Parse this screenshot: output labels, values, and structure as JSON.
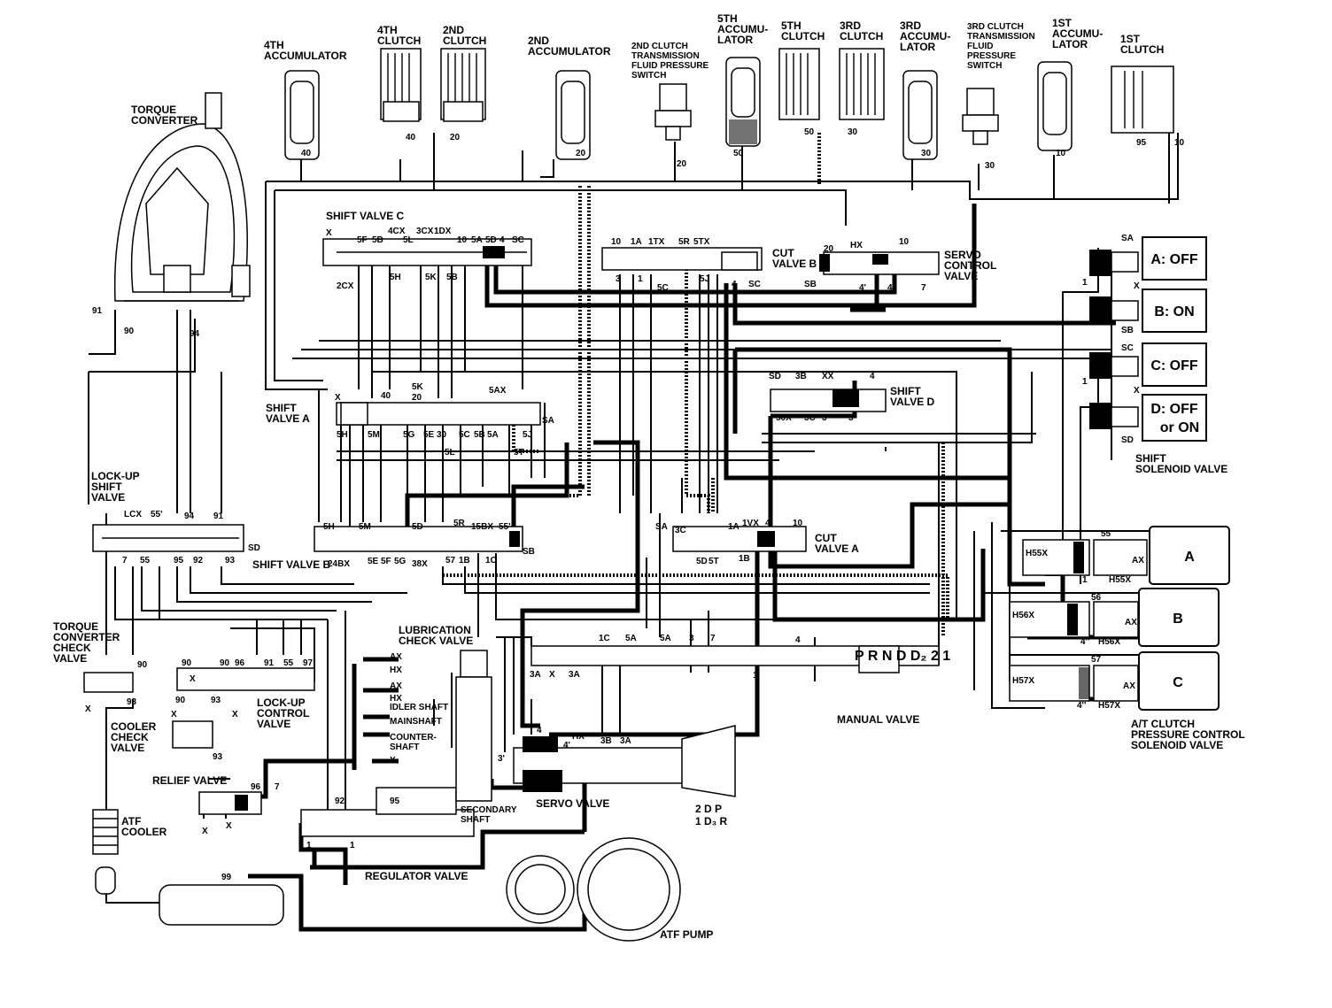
{
  "components": {
    "torque_converter": [
      "TORQUE",
      "CONVERTER"
    ],
    "accumulator_4th": [
      "4TH",
      "ACCUMULATOR"
    ],
    "clutch_4th": [
      "4TH",
      "CLUTCH"
    ],
    "clutch_2nd": [
      "2ND",
      "CLUTCH"
    ],
    "accumulator_2nd": [
      "2ND",
      "ACCUMULATOR"
    ],
    "switch_2nd": [
      "2ND CLUTCH",
      "TRANSMISSION",
      "FLUID PRESSURE",
      "SWITCH"
    ],
    "accumulator_5th": [
      "5TH",
      "ACCUMU-",
      "LATOR"
    ],
    "clutch_5th": [
      "5TH",
      "CLUTCH"
    ],
    "clutch_3rd": [
      "3RD",
      "CLUTCH"
    ],
    "accumulator_3rd": [
      "3RD",
      "ACCUMU-",
      "LATOR"
    ],
    "switch_3rd": [
      "3RD CLUTCH",
      "TRANSMISSION",
      "FLUID",
      "PRESSURE",
      "SWITCH"
    ],
    "accumulator_1st": [
      "1ST",
      "ACCUMU-",
      "LATOR"
    ],
    "clutch_1st": [
      "1ST",
      "CLUTCH"
    ],
    "shift_valve_c": "SHIFT VALVE C",
    "cut_valve_b": [
      "CUT",
      "VALVE B"
    ],
    "servo_control_valve": [
      "SERVO",
      "CONTROL",
      "VALVE"
    ],
    "shift_valve_a": [
      "SHIFT",
      "VALVE A"
    ],
    "shift_valve_d": [
      "SHIFT",
      "VALVE D"
    ],
    "shift_valve_b": "SHIFT VALVE B",
    "cut_valve_a": [
      "CUT",
      "VALVE A"
    ],
    "lock_up_shift_valve": [
      "LOCK-UP",
      "SHIFT",
      "VALVE"
    ],
    "torque_converter_check_valve": [
      "TORQUE",
      "CONVERTER",
      "CHECK",
      "VALVE"
    ],
    "lock_up_control_valve": [
      "LOCK-UP",
      "CONTROL",
      "VALVE"
    ],
    "cooler_check_valve": [
      "COOLER",
      "CHECK",
      "VALVE"
    ],
    "lubrication_check_valve": [
      "LUBRICATION",
      "CHECK VALVE"
    ],
    "relief_valve": "RELIEF VALVE",
    "atf_cooler": [
      "ATF",
      "COOLER"
    ],
    "regulator_valve": "REGULATOR VALVE",
    "servo_valve": "SERVO VALVE",
    "atf_pump": "ATF PUMP",
    "manual_valve": "MANUAL VALVE",
    "secondary_shaft": [
      "SECONDARY",
      "SHAFT"
    ],
    "idler_shaft": "IDLER SHAFT",
    "mainshaft": "MAINSHAFT",
    "countershaft": [
      "COUNTER-",
      "SHAFT"
    ],
    "shift_solenoid_valve": [
      "SHIFT",
      "SOLENOID VALVE"
    ],
    "pressure_control_solenoid_valve": [
      "A/T CLUTCH",
      "PRESSURE CONTROL",
      "SOLENOID VALVE"
    ]
  },
  "solenoid_states": {
    "a": "A: OFF",
    "b": "B: ON",
    "c": "C: OFF",
    "d_line1": "D: OFF",
    "d_line2": "or ON"
  },
  "pressure_control_labels": {
    "a": "A",
    "b": "B",
    "c": "C"
  },
  "manual_valve_positions": "P  R N D D₂ 2 1",
  "range_marks": {
    "top": "2  D     P",
    "bottom": "1  D₃    R"
  },
  "passages": {
    "p40": "40",
    "p20": "20",
    "p50": "50",
    "p30": "30",
    "p10": "10",
    "p95": "95",
    "p90": "90",
    "p94": "94",
    "p91": "91",
    "p93": "93",
    "p92": "92",
    "p96": "96",
    "p97": "97",
    "p55": "55",
    "p55p": "55'",
    "p56": "56",
    "p57": "57",
    "p99": "99",
    "p7": "7",
    "p1": "1",
    "p3": "3",
    "p4": "4",
    "p4p": "4'",
    "p4pp": "4''",
    "p3p": "3'",
    "pX": "X",
    "pSA": "SA",
    "pSB": "SB",
    "pSC": "SC",
    "pSD": "SD",
    "pHX": "HX",
    "pAX": "AX",
    "p5A": "5A",
    "p1C": "1C",
    "p3A": "3A",
    "p3B": "3B",
    "pLCX": "LCX",
    "p55k": "55",
    "svc": [
      "5F",
      "5B",
      "4CX",
      "5L",
      "3CX",
      "1DX",
      "10",
      "5A",
      "5D",
      "4",
      "SC"
    ],
    "svc_bottom": [
      "2CX",
      "5H",
      "5K",
      "5B"
    ],
    "cvb_top": [
      "10",
      "1A",
      "1TX",
      "5R",
      "5TX"
    ],
    "cvb_bottom": [
      "3",
      "1",
      "5C",
      "5J",
      "4"
    ],
    "sva_top": [
      "40",
      "5K",
      "20",
      "5AX"
    ],
    "sva_bottom": [
      "5H",
      "5M",
      "5G",
      "5E",
      "30",
      "5C",
      "5B",
      "5A",
      "5J"
    ],
    "sva_low": [
      "5L",
      "5T"
    ],
    "svb_top": [
      "5H",
      "5M",
      "5D",
      "5R",
      "15BX",
      "55'"
    ],
    "svb_bottom": [
      "24BX",
      "5E",
      "5F",
      "5G",
      "38X",
      "57",
      "1B",
      "1C"
    ],
    "cva": [
      "SA",
      "3C",
      "1A",
      "1VX",
      "4",
      "10"
    ],
    "cva_bottom": [
      "5D",
      "5T",
      "1B"
    ],
    "svd": [
      "SD",
      "3B",
      "XX",
      "4"
    ],
    "svd_bottom": [
      "50X",
      "3C",
      "3'",
      "3"
    ],
    "lu_bottom": [
      "7",
      "55",
      "95",
      "92",
      "93"
    ],
    "lu_top": [
      "55'",
      "94",
      "91"
    ],
    "luc": [
      "90",
      "96",
      "91",
      "55",
      "97"
    ],
    "solenoid_tags": [
      "H55X",
      "H56X",
      "H57X"
    ],
    "lub_lines": [
      "AX",
      "HX",
      "AX",
      "HX"
    ]
  }
}
